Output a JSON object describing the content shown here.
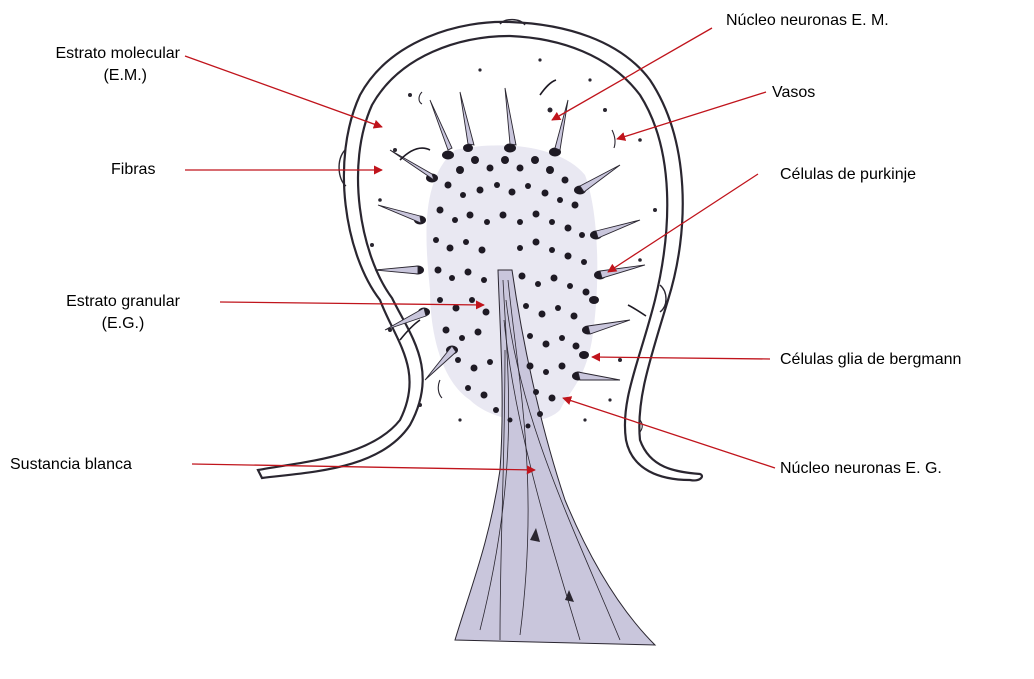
{
  "diagram": {
    "labels": {
      "estrato_molecular": {
        "line1": "Estrato molecular",
        "line2": "(E.M.)"
      },
      "fibras": "Fibras",
      "estrato_granular": {
        "line1": "Estrato granular",
        "line2": "(E.G.)"
      },
      "sustancia_blanca": "Sustancia blanca",
      "nucleo_em": "Núcleo neuronas E. M.",
      "vasos": "Vasos",
      "purkinje": "Células de purkinje",
      "bergmann": "Células glia de bergmann",
      "nucleo_eg": "Núcleo neuronas E. G."
    },
    "colors": {
      "leader_line": "#c0141c",
      "ink": "#2a2630",
      "dark_cell": "#1e1a24",
      "pale_fill": "#e9e8f2",
      "fiber_fill": "#c9c6dc"
    }
  }
}
